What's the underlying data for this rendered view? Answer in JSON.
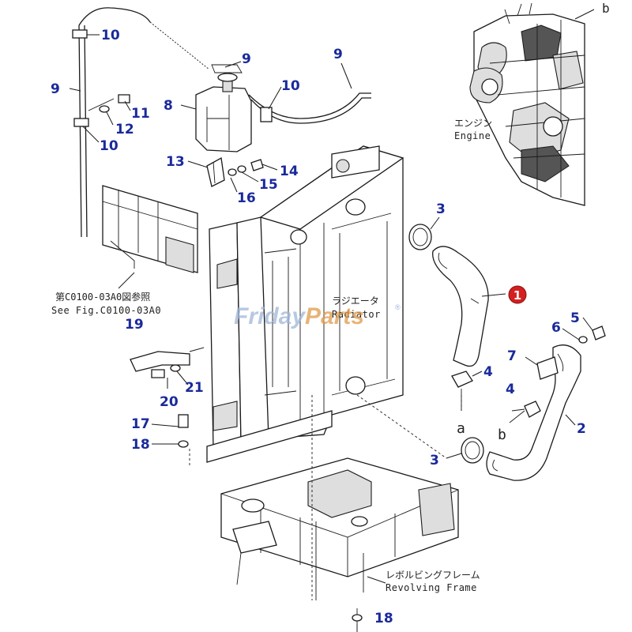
{
  "watermark": {
    "part1": "Friday",
    "part2": "Parts",
    "reg": "®"
  },
  "labels": {
    "engine_jp": "エンジン",
    "engine_en": "Engine",
    "radiator_jp": "ラジエータ",
    "radiator_en": "Radiator",
    "frame_jp": "レボルビングフレーム",
    "frame_en": "Revolving Frame",
    "see_fig_jp": "第C0100-03A0図参照",
    "see_fig_en": "See Fig.C0100-03A0",
    "letter_a": "a",
    "letter_b": "b",
    "letter_b_top": "b"
  },
  "callouts": {
    "c10_top": "10",
    "c9_left": "9",
    "c9_cap": "9",
    "c9_right": "9",
    "c10_mid": "10",
    "c11": "11",
    "c12": "12",
    "c10_low": "10",
    "c8": "8",
    "c13": "13",
    "c14": "14",
    "c15": "15",
    "c16": "16",
    "c3_top": "3",
    "c1": "1",
    "c5": "5",
    "c6": "6",
    "c7": "7",
    "c4_top": "4",
    "c4_mid": "4",
    "c2": "2",
    "c3_bot": "3",
    "c19": "19",
    "c20": "20",
    "c21": "21",
    "c17": "17",
    "c18_left": "18",
    "c18_bot": "18"
  },
  "colors": {
    "callout": "#1a2a9a",
    "badge": "#d42020",
    "line": "#1a1a1a",
    "watermark": "#9fb6d8"
  }
}
